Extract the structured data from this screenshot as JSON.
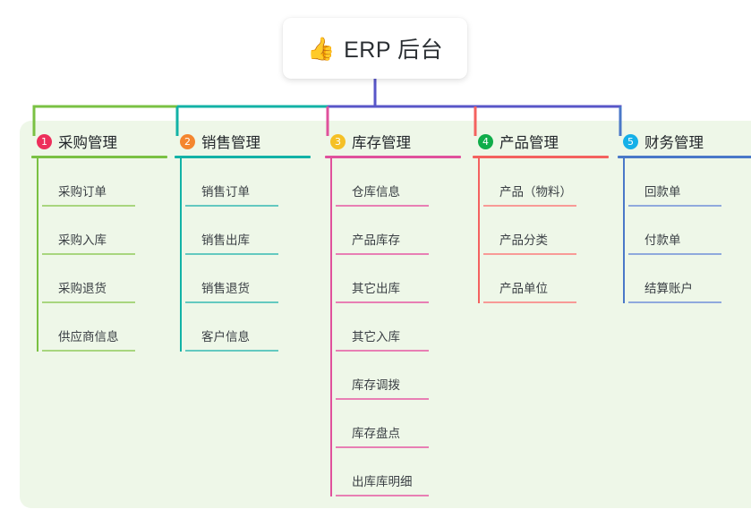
{
  "root": {
    "icon": "thumbs-up-icon",
    "emoji": "👍",
    "title": "ERP 后台"
  },
  "panel": {
    "background": "#eef7e8"
  },
  "connector": {
    "segments": [
      {
        "name": "trunk-purple",
        "color": "#5856c8"
      },
      {
        "name": "branch-green",
        "color": "#7ac143"
      },
      {
        "name": "branch-teal",
        "color": "#12b2a6"
      },
      {
        "name": "branch-pink",
        "color": "#e0519c"
      },
      {
        "name": "branch-red",
        "color": "#f4625f"
      },
      {
        "name": "branch-blue",
        "color": "#4a78c8"
      }
    ]
  },
  "columns": [
    {
      "index": "1",
      "title": "采购管理",
      "badge_color": "#ed2f5b",
      "line_color": "#7ac143",
      "leaf_line_color": "#a8d67e",
      "items": [
        {
          "label": "采购订单"
        },
        {
          "label": "采购入库"
        },
        {
          "label": "采购退货"
        },
        {
          "label": "供应商信息"
        }
      ]
    },
    {
      "index": "2",
      "title": "销售管理",
      "badge_color": "#f4862f",
      "line_color": "#12b2a6",
      "leaf_line_color": "#63c9c0",
      "items": [
        {
          "label": "销售订单"
        },
        {
          "label": "销售出库"
        },
        {
          "label": "销售退货"
        },
        {
          "label": "客户信息"
        }
      ]
    },
    {
      "index": "3",
      "title": "库存管理",
      "badge_color": "#f5c026",
      "line_color": "#e0519c",
      "leaf_line_color": "#e87fb4",
      "items": [
        {
          "label": "仓库信息"
        },
        {
          "label": "产品库存"
        },
        {
          "label": "其它出库"
        },
        {
          "label": "其它入库"
        },
        {
          "label": "库存调拨"
        },
        {
          "label": "库存盘点"
        },
        {
          "label": "出库库明细"
        }
      ]
    },
    {
      "index": "4",
      "title": "产品管理",
      "badge_color": "#10ad4a",
      "line_color": "#f4625f",
      "leaf_line_color": "#f89a96",
      "items": [
        {
          "label": "产品（物料）"
        },
        {
          "label": "产品分类"
        },
        {
          "label": "产品单位"
        }
      ]
    },
    {
      "index": "5",
      "title": "财务管理",
      "badge_color": "#15b0e8",
      "line_color": "#4a78c8",
      "leaf_line_color": "#8fa9dd",
      "items": [
        {
          "label": "回款单"
        },
        {
          "label": "付款单"
        },
        {
          "label": "结算账户"
        }
      ]
    }
  ]
}
